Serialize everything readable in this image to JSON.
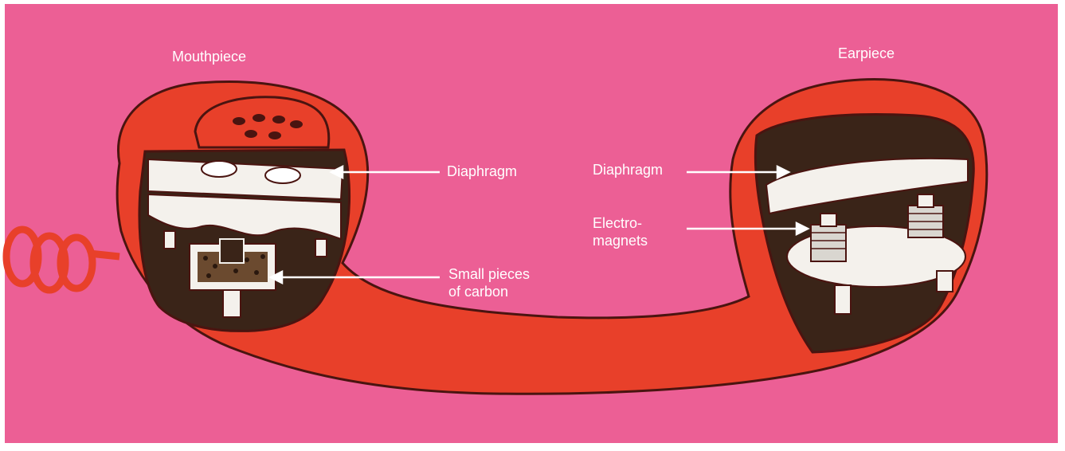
{
  "labels": {
    "mouthpiece": "Mouthpiece",
    "earpiece": "Earpiece",
    "mouth_diaphragm": "Diaphragm",
    "ear_diaphragm": "Diaphragm",
    "electromagnets_line1": "Electro-",
    "electromagnets_line2": "magnets",
    "carbon_line1": "Small pieces",
    "carbon_line2": "of carbon"
  },
  "colors": {
    "background": "#ec5f95",
    "handset": "#e8402a",
    "handset_outline": "#4a1410",
    "interior": "#3a2418",
    "parts": "#f4f1ec",
    "text": "#ffffff"
  }
}
